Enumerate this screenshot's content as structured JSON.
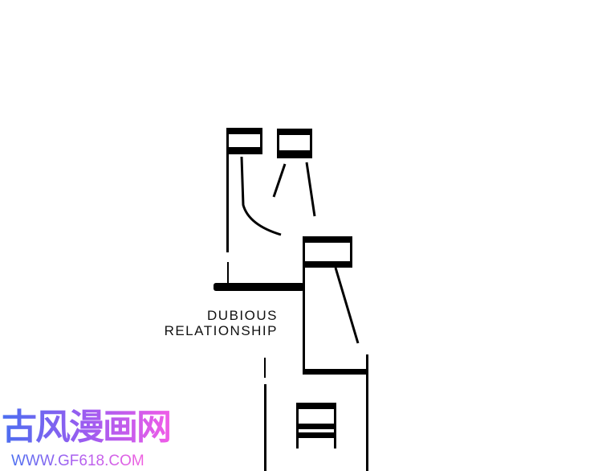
{
  "caption": {
    "line1": "DUBIOUS",
    "line2": "RELATIONSHIP"
  },
  "watermark": {
    "title": "古风漫画网",
    "url": "WWW.GF618.COM"
  },
  "colors": {
    "ink": "#000000",
    "watermark_start": "#4a6ef0",
    "watermark_end": "#f05ce8"
  }
}
